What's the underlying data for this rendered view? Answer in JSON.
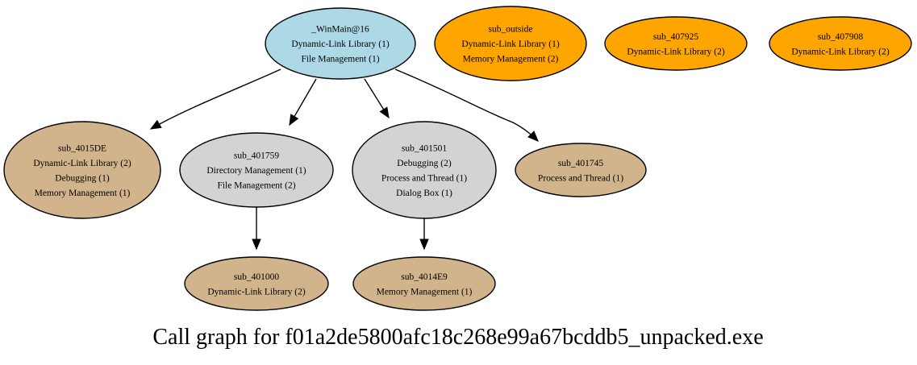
{
  "title": "Call graph for f01a2de5800afc18c268e99a67bcddb5_unpacked.exe",
  "colors": {
    "root": "#add8e6",
    "internal": "#d3d3d3",
    "leaf": "#d2b48c",
    "orphan": "#ffa500"
  },
  "nodes": [
    {
      "id": "winmain",
      "kind": "root",
      "lines": [
        "_WinMain@16",
        "Dynamic-Link Library (1)",
        "File Management (1)"
      ]
    },
    {
      "id": "sub_outside",
      "kind": "orphan",
      "lines": [
        "sub_outside",
        "Dynamic-Link Library (1)",
        "Memory Management (2)"
      ]
    },
    {
      "id": "sub_407925",
      "kind": "orphan",
      "lines": [
        "sub_407925",
        "Dynamic-Link Library (2)"
      ]
    },
    {
      "id": "sub_407908",
      "kind": "orphan",
      "lines": [
        "sub_407908",
        "Dynamic-Link Library (2)"
      ]
    },
    {
      "id": "sub_4015DE",
      "kind": "leaf",
      "lines": [
        "sub_4015DE",
        "Dynamic-Link Library (2)",
        "Debugging (1)",
        "Memory Management (1)"
      ]
    },
    {
      "id": "sub_401759",
      "kind": "internal",
      "lines": [
        "sub_401759",
        "Directory Management (1)",
        "File Management (2)"
      ]
    },
    {
      "id": "sub_401501",
      "kind": "internal",
      "lines": [
        "sub_401501",
        "Debugging (2)",
        "Process and Thread (1)",
        "Dialog Box (1)"
      ]
    },
    {
      "id": "sub_401745",
      "kind": "leaf",
      "lines": [
        "sub_401745",
        "Process and Thread (1)"
      ]
    },
    {
      "id": "sub_401000",
      "kind": "leaf",
      "lines": [
        "sub_401000",
        "Dynamic-Link Library (2)"
      ]
    },
    {
      "id": "sub_4014E9",
      "kind": "leaf",
      "lines": [
        "sub_4014E9",
        "Memory Management (1)"
      ]
    }
  ],
  "edges": [
    {
      "from": "winmain",
      "to": "sub_4015DE"
    },
    {
      "from": "winmain",
      "to": "sub_401759"
    },
    {
      "from": "winmain",
      "to": "sub_401501"
    },
    {
      "from": "winmain",
      "to": "sub_401745"
    },
    {
      "from": "sub_401759",
      "to": "sub_401000"
    },
    {
      "from": "sub_401501",
      "to": "sub_4014E9"
    }
  ]
}
